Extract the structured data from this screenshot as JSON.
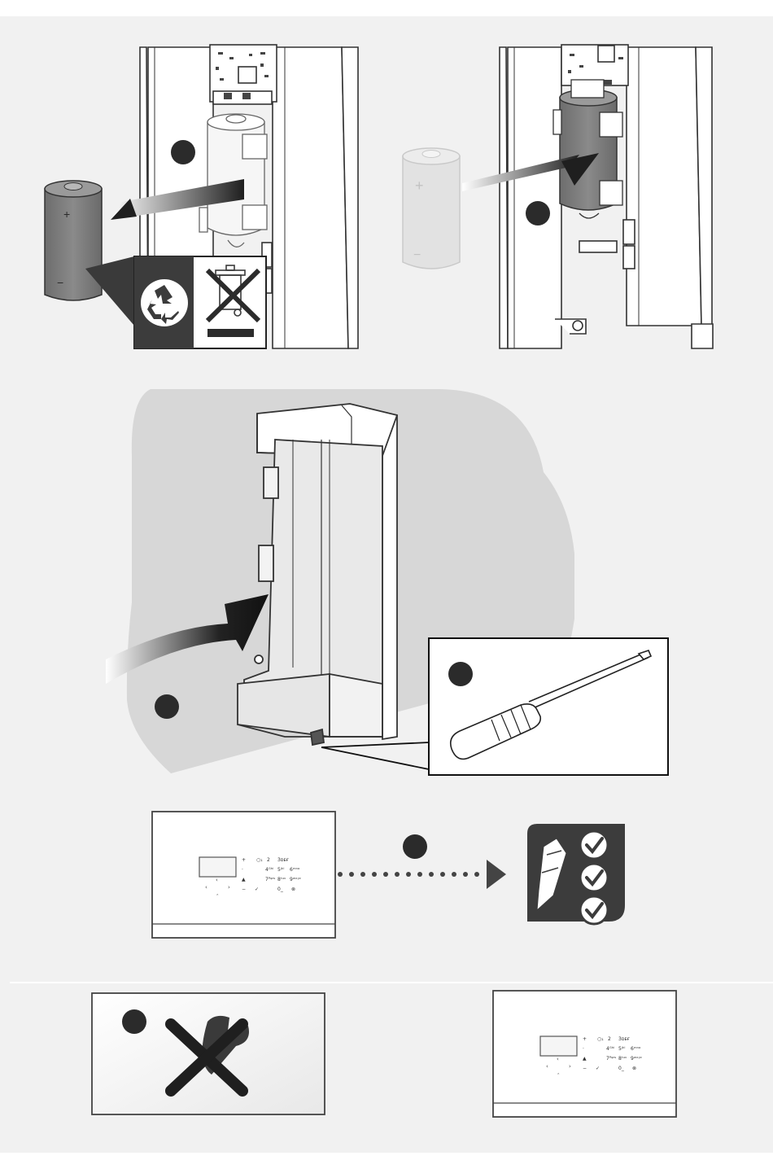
{
  "colors": {
    "page_background": "#f1f1f1",
    "step_marker": "#2b2b2b",
    "panel_dark": "#3c3c3c",
    "highlight_area": "#d7d7d7",
    "battery_old": "#7d7d7d",
    "battery_new_ghost": "#e2e2e2"
  },
  "icons": {
    "recycle": "recycle-symbol-icon",
    "crossed_bin": "crossed-out-wheelie-bin-icon",
    "checklist": "pencil-checklist-icon",
    "no_maintenance": "crossed-wrench-icon",
    "screwdriver": "screwdriver-icon"
  },
  "battery_old": {
    "plus_mark": "+",
    "minus_mark": "−"
  },
  "battery_new": {
    "plus_mark": "+",
    "minus_mark": "−"
  },
  "keypad": {
    "function_labels": [
      "+",
      "·",
      "▲",
      "−"
    ],
    "keys": [
      "○₁",
      "2",
      "3ᴅᴇғ",
      "4ᴳʰⁱ",
      "5ʲᵏˡ",
      "6ᵐⁿᵒ",
      "7ᴾᵠʳˢ",
      "8ᵗᵘᵛ",
      "9ʷˣʸᶻ",
      "✓",
      "0_",
      "⊗"
    ]
  }
}
